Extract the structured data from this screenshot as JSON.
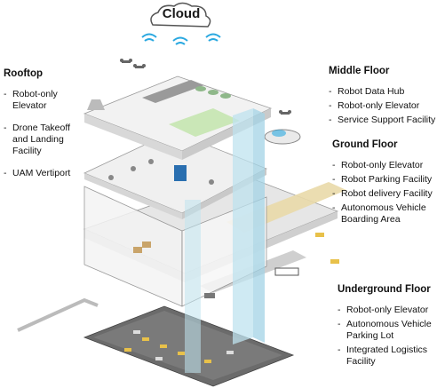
{
  "cloud": {
    "label": "Cloud",
    "icon": "cloud-icon"
  },
  "rooftop": {
    "title": "Rooftop",
    "items": [
      "Robot-only\nElevator",
      "Drone Takeoff\nand Landing\nFacility",
      "UAM Vertiport"
    ]
  },
  "middle_floor": {
    "title": "Middle Floor",
    "items": [
      "Robot Data Hub",
      "Robot-only Elevator",
      "Service Support Facility"
    ]
  },
  "ground_floor": {
    "title": "Ground Floor",
    "items": [
      "Robot-only Elevator",
      "Robot Parking Facility",
      "Robot delivery Facility",
      "Autonomous Vehicle\nBoarding Area"
    ]
  },
  "underground_floor": {
    "title": "Underground Floor",
    "items": [
      "Robot-only Elevator",
      "Autonomous Vehicle\nParking Lot",
      "Integrated Logistics\nFacility"
    ]
  },
  "colors": {
    "wifi": "#2aa8e0",
    "elevator": "#bfe3ef",
    "floor": "#f2f2f2",
    "road": "#e9d9a8",
    "asphalt": "#6b6b6b"
  }
}
